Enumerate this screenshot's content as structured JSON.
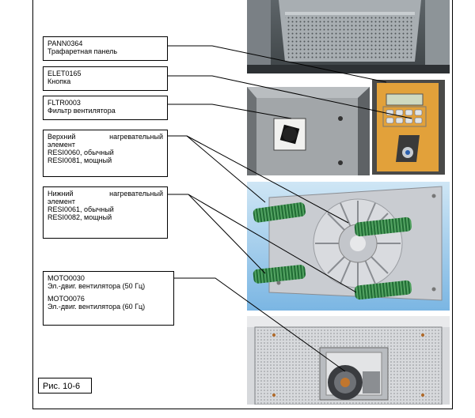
{
  "labels": {
    "pann": {
      "code": "PANN0364",
      "desc": "Трафаретная панель"
    },
    "elet": {
      "code": "ELET0165",
      "desc": "Кнопка"
    },
    "fltr": {
      "code": "FLTR0003",
      "desc": "Фильтр вентилятора"
    },
    "upper": {
      "word1": "Верхний",
      "word2": "нагревательный",
      "line2": "элемент",
      "line3": "RESI0060, обычный",
      "line4": "RESI0081, мощный"
    },
    "lower": {
      "word1": "Нижний",
      "word2": "нагревательный",
      "line2": "элемент",
      "line3": "RESI0061, обычный",
      "line4": "RESI0082, мощный"
    },
    "moto": {
      "code1": "MOTO0030",
      "desc1": "Эл.-двиг. вентилятора (50 Гц)",
      "code2": "MOTO0076",
      "desc2": "Эл.-двиг. вентилятора (60 Гц)"
    }
  },
  "figure_caption": "Рис. 10-6"
}
